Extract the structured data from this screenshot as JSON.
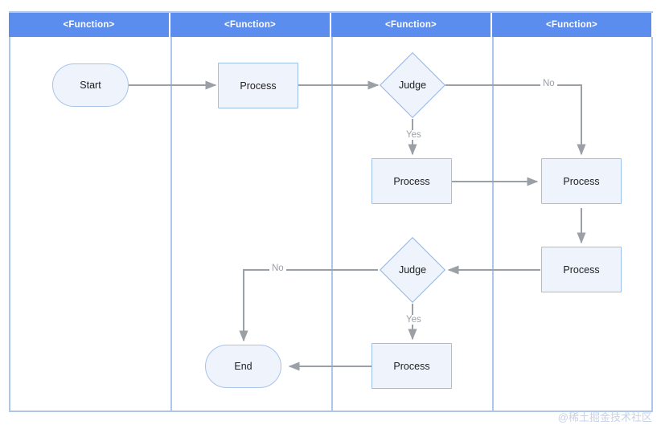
{
  "diagram": {
    "type": "swimlane-flowchart",
    "title": "",
    "watermark": "@稀土掘金技术社区",
    "colors": {
      "lane_header_bg": "#5b8def",
      "lane_header_text": "#ffffff",
      "frame_border": "#aec6e8",
      "node_fill": "#eef3fc",
      "node_border": "#9cc0ea",
      "diamond_border": "#8fb4e8",
      "connector": "#9aa0a6",
      "label_text": "#9aa0a6",
      "watermark": "#c7d2e4",
      "canvas_bg": "#ffffff"
    },
    "lanes": [
      {
        "id": "lane1",
        "label": "<Function>"
      },
      {
        "id": "lane2",
        "label": "<Function>"
      },
      {
        "id": "lane3",
        "label": "<Function>"
      },
      {
        "id": "lane4",
        "label": "<Function>"
      }
    ],
    "nodes": [
      {
        "id": "start",
        "kind": "terminator",
        "label": "Start",
        "lane": 1
      },
      {
        "id": "process1",
        "kind": "process",
        "label": "Process",
        "lane": 2
      },
      {
        "id": "judge1",
        "kind": "decision",
        "label": "Judge",
        "lane": 3
      },
      {
        "id": "process2",
        "kind": "process",
        "label": "Process",
        "lane": 3
      },
      {
        "id": "process3",
        "kind": "process",
        "label": "Process",
        "lane": 4
      },
      {
        "id": "process4",
        "kind": "process",
        "label": "Process",
        "lane": 4
      },
      {
        "id": "judge2",
        "kind": "decision",
        "label": "Judge",
        "lane": 3
      },
      {
        "id": "process5",
        "kind": "process",
        "label": "Process",
        "lane": 3
      },
      {
        "id": "end",
        "kind": "terminator",
        "label": "End",
        "lane": 2
      }
    ],
    "edges": [
      {
        "from": "start",
        "to": "process1",
        "label": ""
      },
      {
        "from": "process1",
        "to": "judge1",
        "label": ""
      },
      {
        "from": "judge1",
        "to": "process2",
        "label": "Yes"
      },
      {
        "from": "judge1",
        "to": "process3",
        "label": "No"
      },
      {
        "from": "process2",
        "to": "process3",
        "label": ""
      },
      {
        "from": "process3",
        "to": "process4",
        "label": ""
      },
      {
        "from": "process4",
        "to": "judge2",
        "label": ""
      },
      {
        "from": "judge2",
        "to": "process5",
        "label": "Yes"
      },
      {
        "from": "judge2",
        "to": "end",
        "label": "No"
      },
      {
        "from": "process5",
        "to": "end",
        "label": ""
      }
    ],
    "edge_labels": {
      "judge1_yes": "Yes",
      "judge1_no": "No",
      "judge2_yes": "Yes",
      "judge2_no": "No"
    }
  }
}
